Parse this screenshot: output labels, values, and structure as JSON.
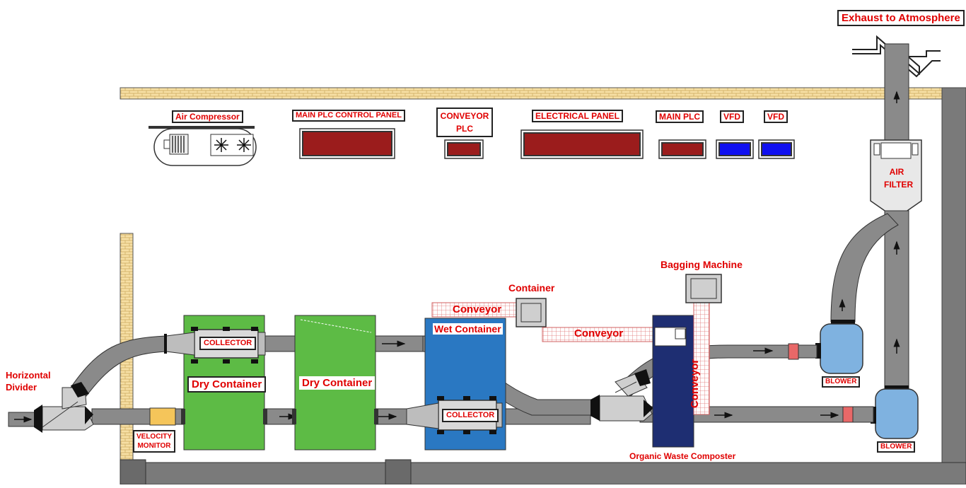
{
  "labels": {
    "exhaust": "Exhaust to Atmosphere",
    "air_compressor": "Air Compressor",
    "main_plc_control_panel": "MAIN PLC CONTROL PANEL",
    "conveyor_plc": "CONVEYOR PLC",
    "electrical_panel": "ELECTRICAL PANEL",
    "main_plc": "MAIN PLC",
    "vfd_1": "VFD",
    "vfd_2": "VFD",
    "air_filter": "AIR FILTER",
    "bagging_machine": "Bagging Machine",
    "container": "Container",
    "conveyor_top": "Conveyor",
    "conveyor_mid": "Conveyor",
    "conveyor_vertical": "Conveyor",
    "wet_container": "Wet Container",
    "collector_1": "COLLECTOR",
    "collector_2": "COLLECTOR",
    "dry_container_1": "Dry Container",
    "dry_container_2": "Dry Container",
    "horizontal_divider": "Horizontal Divider",
    "velocity_monitor": "VELOCITY MONITOR",
    "blower_1": "BLOWER",
    "blower_2": "BLOWER",
    "organic_waste_composter": "Organic Waste Composter"
  },
  "colors": {
    "panel_red": "#9b1c1c",
    "vfd_blue": "#1010f0",
    "pipe_gray": "#8a8a8a",
    "dry_green": "#5dbb45",
    "wet_blue": "#2a78c2",
    "composter_navy": "#1e2e72",
    "blower_blue": "#7fb2e0",
    "label_red": "#e00000",
    "brick": "#f4dca0"
  }
}
